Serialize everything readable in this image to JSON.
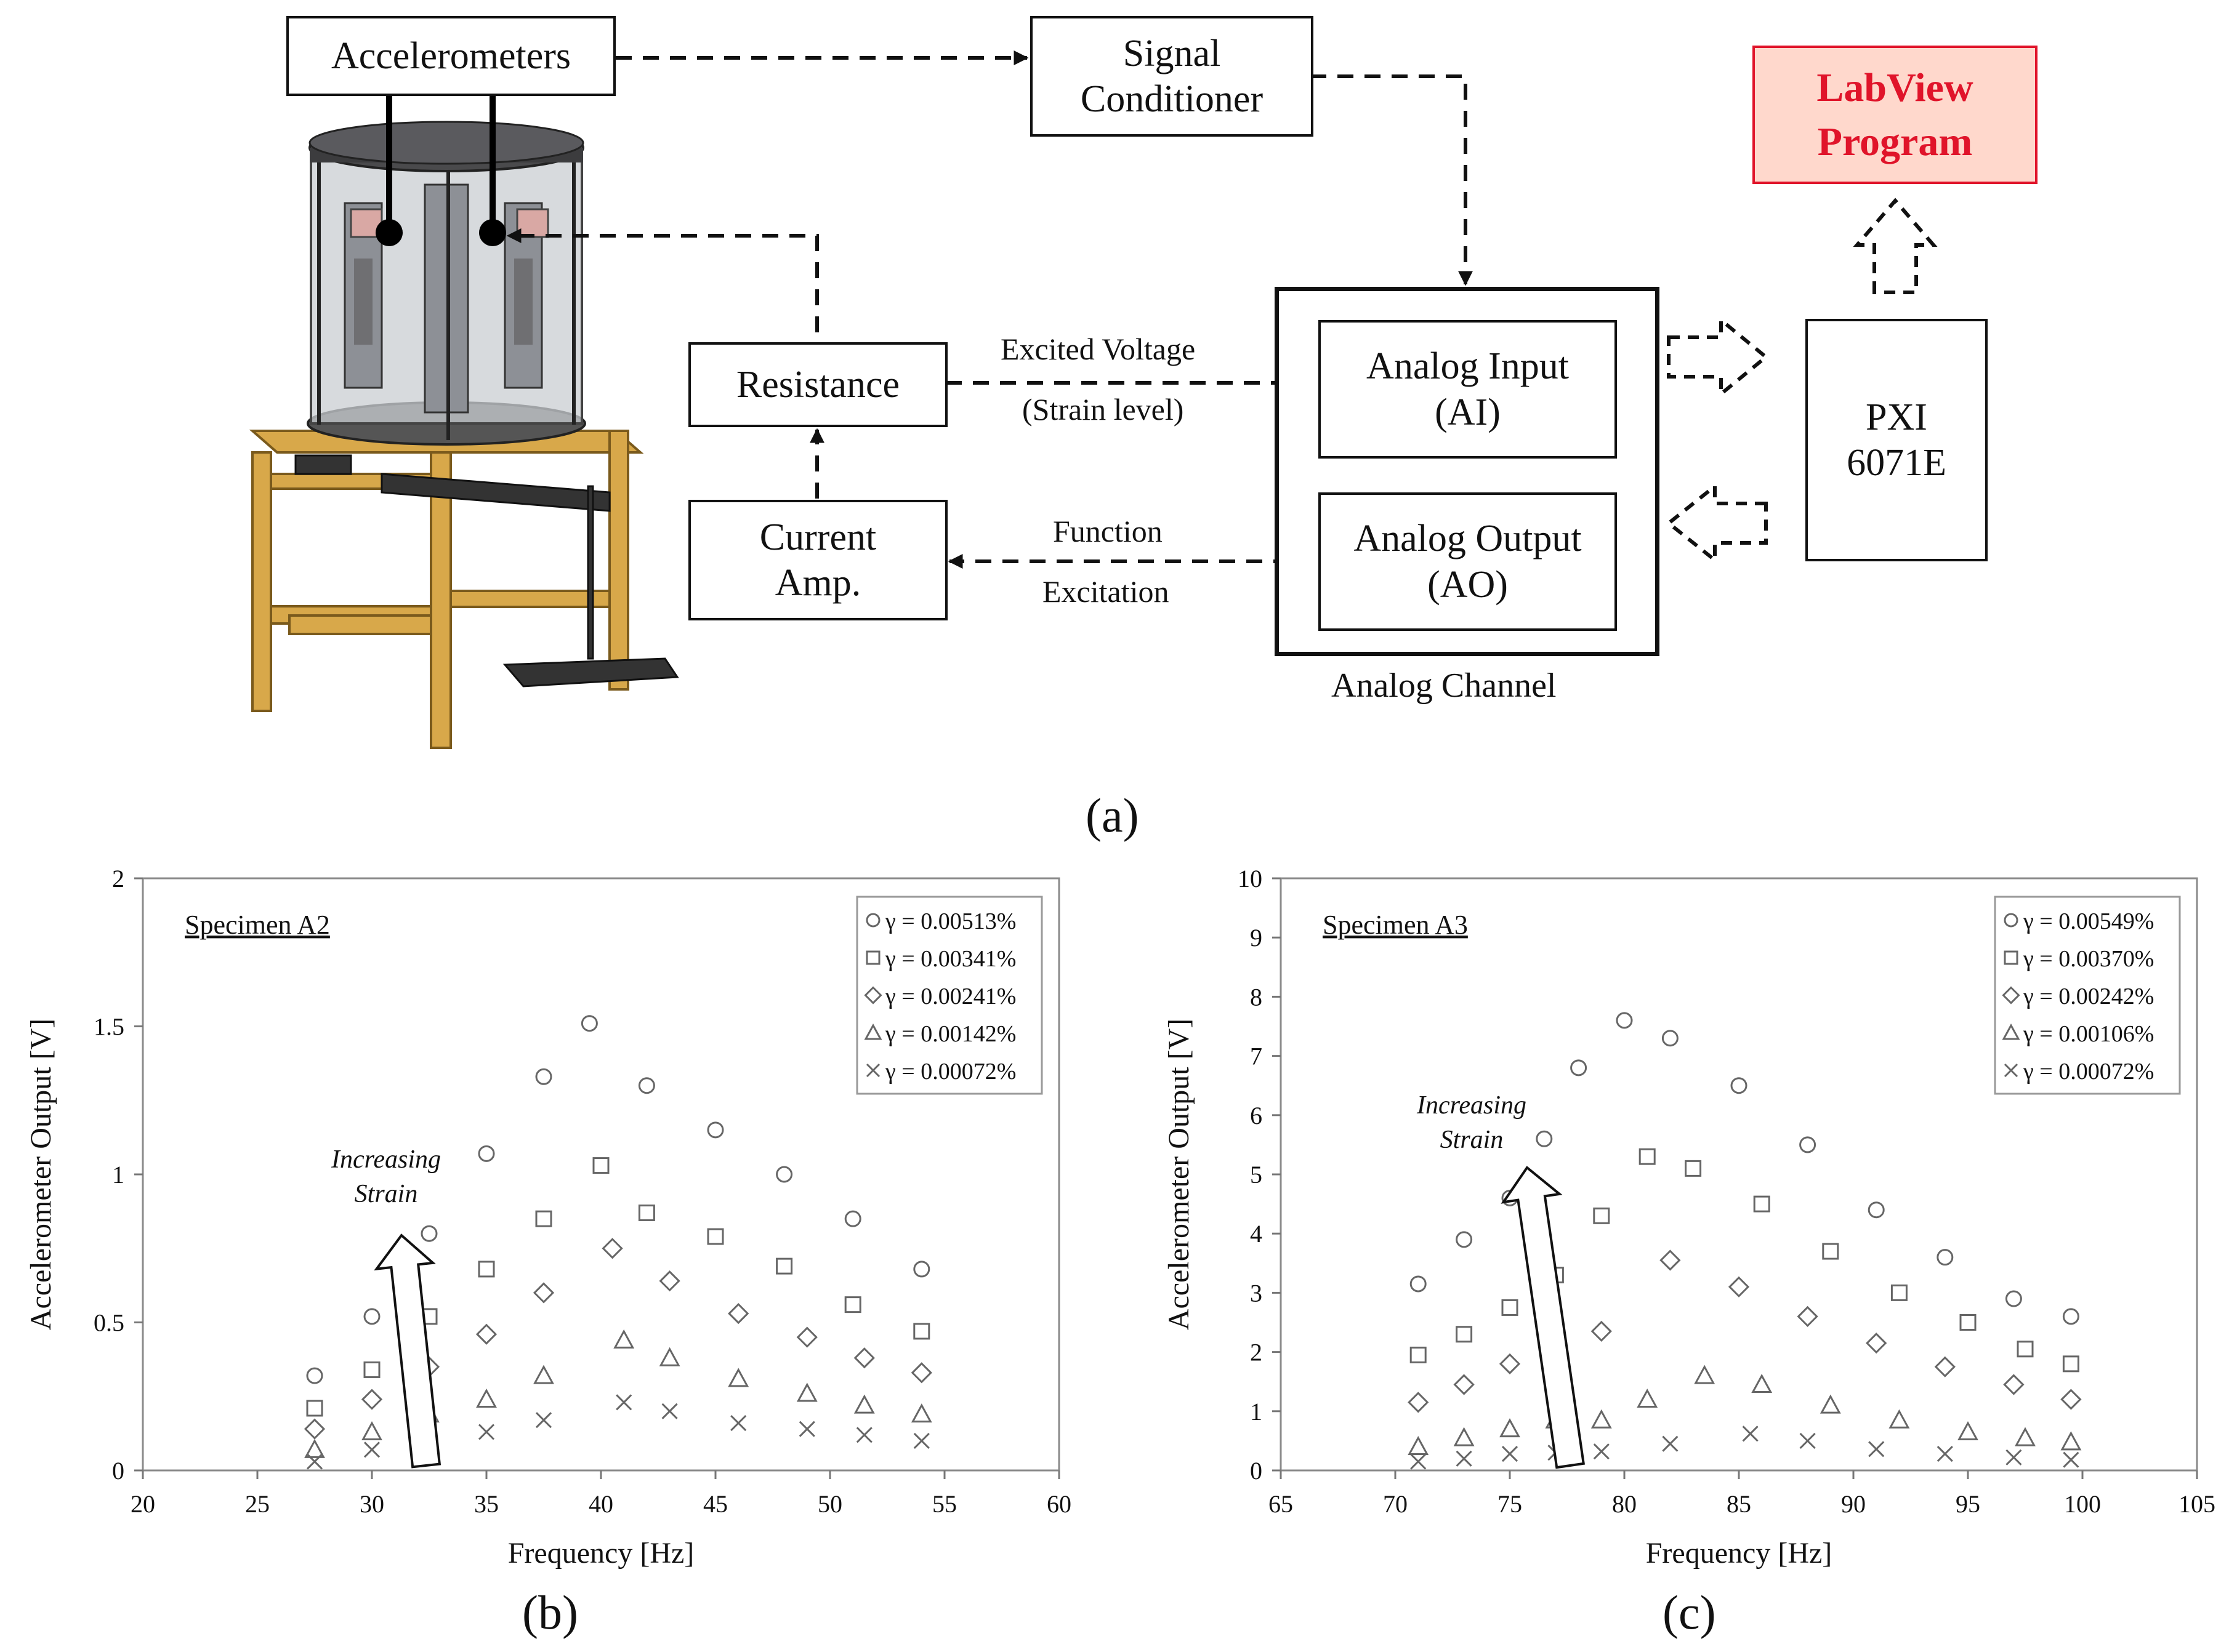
{
  "diagram": {
    "boxes": {
      "accelerometers": "Accelerometers",
      "signal_conditioner": "Signal\nConditioner",
      "labview": "LabView\nProgram",
      "resistance": "Resistance",
      "current_amp": "Current\nAmp.",
      "analog_input": "Analog Input\n(AI)",
      "analog_output": "Analog Output\n(AO)",
      "pxi": "PXI\n6071E"
    },
    "labels": {
      "excited_voltage": "Excited Voltage",
      "strain_level": "(Strain level)",
      "function": "Function",
      "excitation": "Excitation",
      "analog_channel": "Analog Channel"
    },
    "panel_labels": {
      "a": "(a)",
      "b": "(b)",
      "c": "(c)"
    }
  },
  "chart_data": [
    {
      "type": "scatter",
      "title": "Specimen A2",
      "xlabel": "Frequency [Hz]",
      "ylabel": "Accelerometer Output [V]",
      "xlim": [
        20,
        60
      ],
      "ylim": [
        0,
        2
      ],
      "xticks": [
        20,
        25,
        30,
        35,
        40,
        45,
        50,
        55,
        60
      ],
      "yticks": [
        0,
        0.5,
        1,
        1.5,
        2
      ],
      "ytick_labels": [
        "0",
        "0.5",
        "1",
        "1.5",
        "2"
      ],
      "grid": false,
      "legend_position": "top-right",
      "annotation": "Increasing\nStrain",
      "series": [
        {
          "name": "γ = 0.00513%",
          "marker": "circle",
          "x": [
            27.5,
            30,
            32.5,
            35,
            37.5,
            39.5,
            42,
            45,
            48,
            51,
            54
          ],
          "y": [
            0.32,
            0.52,
            0.8,
            1.07,
            1.33,
            1.51,
            1.3,
            1.15,
            1.0,
            0.85,
            0.68
          ]
        },
        {
          "name": "γ = 0.00341%",
          "marker": "square",
          "x": [
            27.5,
            30,
            32.5,
            35,
            37.5,
            40,
            42,
            45,
            48,
            51,
            54
          ],
          "y": [
            0.21,
            0.34,
            0.52,
            0.68,
            0.85,
            1.03,
            0.87,
            0.79,
            0.69,
            0.56,
            0.47
          ]
        },
        {
          "name": "γ = 0.00241%",
          "marker": "diamond",
          "x": [
            27.5,
            30,
            32.5,
            35,
            37.5,
            40.5,
            43,
            46,
            49,
            51.5,
            54
          ],
          "y": [
            0.14,
            0.24,
            0.35,
            0.46,
            0.6,
            0.75,
            0.64,
            0.53,
            0.45,
            0.38,
            0.33
          ]
        },
        {
          "name": "γ = 0.00142%",
          "marker": "triangle",
          "x": [
            27.5,
            30,
            32.5,
            35,
            37.5,
            41,
            43,
            46,
            49,
            51.5,
            54
          ],
          "y": [
            0.07,
            0.13,
            0.19,
            0.24,
            0.32,
            0.44,
            0.38,
            0.31,
            0.26,
            0.22,
            0.19
          ]
        },
        {
          "name": "γ = 0.00072%",
          "marker": "cross",
          "x": [
            27.5,
            30,
            32.5,
            35,
            37.5,
            41,
            43,
            46,
            49,
            51.5,
            54
          ],
          "y": [
            0.03,
            0.07,
            0.1,
            0.13,
            0.17,
            0.23,
            0.2,
            0.16,
            0.14,
            0.12,
            0.1
          ]
        }
      ]
    },
    {
      "type": "scatter",
      "title": "Specimen A3",
      "xlabel": "Frequency [Hz]",
      "ylabel": "Accelerometer Output [V]",
      "xlim": [
        65,
        105
      ],
      "ylim": [
        0,
        10
      ],
      "xticks": [
        65,
        70,
        75,
        80,
        85,
        90,
        95,
        100,
        105
      ],
      "yticks": [
        0,
        1,
        2,
        3,
        4,
        5,
        6,
        7,
        8,
        9,
        10
      ],
      "ytick_labels": [
        "0",
        "1",
        "2",
        "3",
        "4",
        "5",
        "6",
        "7",
        "8",
        "9",
        "10"
      ],
      "grid": false,
      "legend_position": "top-right",
      "annotation": "Increasing\nStrain",
      "series": [
        {
          "name": "γ = 0.00549%",
          "marker": "circle",
          "x": [
            71,
            73,
            75,
            76.5,
            78,
            80,
            82,
            85,
            88,
            91,
            94,
            97,
            99.5
          ],
          "y": [
            3.15,
            3.9,
            4.6,
            5.6,
            6.8,
            7.6,
            7.3,
            6.5,
            5.5,
            4.4,
            3.6,
            2.9,
            2.6
          ]
        },
        {
          "name": "γ = 0.00370%",
          "marker": "square",
          "x": [
            71,
            73,
            75,
            77,
            79,
            81,
            83,
            86,
            89,
            92,
            95,
            97.5,
            99.5
          ],
          "y": [
            1.95,
            2.3,
            2.75,
            3.3,
            4.3,
            5.3,
            5.1,
            4.5,
            3.7,
            3.0,
            2.5,
            2.05,
            1.8
          ]
        },
        {
          "name": "γ = 0.00242%",
          "marker": "diamond",
          "x": [
            71,
            73,
            75,
            77,
            79,
            82,
            85,
            88,
            91,
            94,
            97,
            99.5
          ],
          "y": [
            1.15,
            1.45,
            1.8,
            2.25,
            2.35,
            3.55,
            3.1,
            2.6,
            2.15,
            1.75,
            1.45,
            1.2
          ]
        },
        {
          "name": "γ = 0.00106%",
          "marker": "triangle",
          "x": [
            71,
            73,
            75,
            77,
            79,
            81,
            83.5,
            86,
            89,
            92,
            95,
            97.5,
            99.5
          ],
          "y": [
            0.4,
            0.55,
            0.7,
            0.85,
            0.85,
            1.2,
            1.6,
            1.45,
            1.1,
            0.85,
            0.65,
            0.55,
            0.48
          ]
        },
        {
          "name": "γ = 0.00072%",
          "marker": "cross",
          "x": [
            71,
            73,
            75,
            77,
            79,
            82,
            85.5,
            88,
            91,
            94,
            97,
            99.5
          ],
          "y": [
            0.15,
            0.2,
            0.28,
            0.3,
            0.32,
            0.45,
            0.62,
            0.5,
            0.36,
            0.28,
            0.22,
            0.18
          ]
        }
      ]
    }
  ]
}
